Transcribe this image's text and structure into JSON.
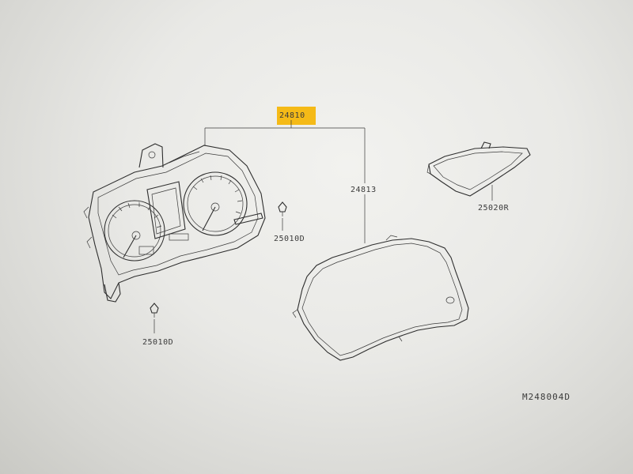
{
  "highlight_color": "#f5b400",
  "labels": {
    "assembly": "24810",
    "cover": "24813",
    "clip_right": "25010D",
    "clip_bottom": "25010D",
    "display": "25020R",
    "drawing_id": "M248004D"
  },
  "icons": {
    "cluster": "instrument-cluster-drawing",
    "cover": "cluster-cover-outline",
    "clip": "clip-fastener-drawing",
    "display": "display-unit-drawing"
  }
}
